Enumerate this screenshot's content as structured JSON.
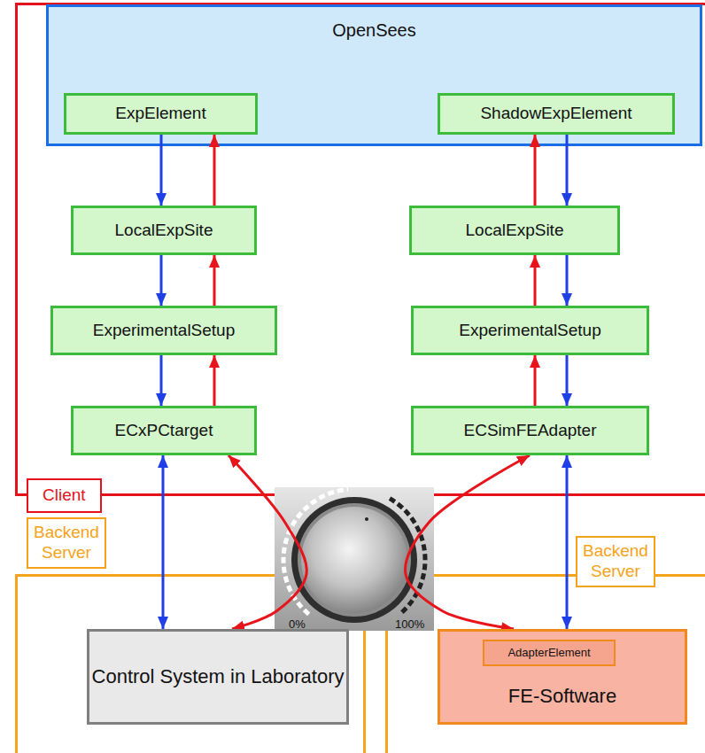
{
  "diagram": {
    "nodes": [
      {
        "text": [
          "Client"
        ]
      },
      {
        "text": [
          "OpenSees"
        ],
        "in": 0
      },
      {
        "text": [
          "ExpElement"
        ],
        "in": 1
      },
      {
        "text": [
          "ShadowExpElement"
        ],
        "in": 1
      },
      {
        "text": [
          "LocalExpSite"
        ],
        "in": 0
      },
      {
        "text": [
          "LocalExpSite"
        ],
        "in": 0
      },
      {
        "text": [
          "ExperimentalSetup"
        ],
        "in": 0
      },
      {
        "text": [
          "ExperimentalSetup"
        ],
        "in": 0
      },
      {
        "text": [
          "ECxPCtarget"
        ],
        "in": 0
      },
      {
        "text": [
          "ECSimFEAdapter"
        ],
        "in": 0
      },
      {
        "text": [
          "Backend Server"
        ]
      },
      {
        "text": [
          "Control System in Laboratory"
        ],
        "in": 10
      },
      {
        "text": [
          "Backend Server"
        ]
      },
      {
        "text": [
          "FE-Software"
        ],
        "in": 12
      },
      {
        "text": [
          "AdapterElement"
        ],
        "in": 13
      }
    ],
    "edges": [
      {
        "from": 2,
        "to": 4,
        "arrow": "to"
      },
      {
        "from": 4,
        "to": 2,
        "arrow": "to"
      },
      {
        "from": 4,
        "to": 6,
        "arrow": "to"
      },
      {
        "from": 6,
        "to": 4,
        "arrow": "to"
      },
      {
        "from": 6,
        "to": 8,
        "arrow": "to"
      },
      {
        "from": 8,
        "to": 6,
        "arrow": "to"
      },
      {
        "from": 3,
        "to": 5,
        "arrow": "to"
      },
      {
        "from": 5,
        "to": 3,
        "arrow": "to"
      },
      {
        "from": 5,
        "to": 7,
        "arrow": "to"
      },
      {
        "from": 7,
        "to": 5,
        "arrow": "to"
      },
      {
        "from": 7,
        "to": 9,
        "arrow": "to"
      },
      {
        "from": 9,
        "to": 7,
        "arrow": "to"
      },
      {
        "from": 8,
        "to": 11,
        "arrow": "both"
      },
      {
        "from": 9,
        "to": 13,
        "arrow": "both"
      },
      {
        "from": 8,
        "to": 11,
        "arrow": "both"
      },
      {
        "from": 9,
        "to": 13,
        "arrow": "both"
      }
    ],
    "labels": [
      "0%",
      "100%"
    ]
  }
}
